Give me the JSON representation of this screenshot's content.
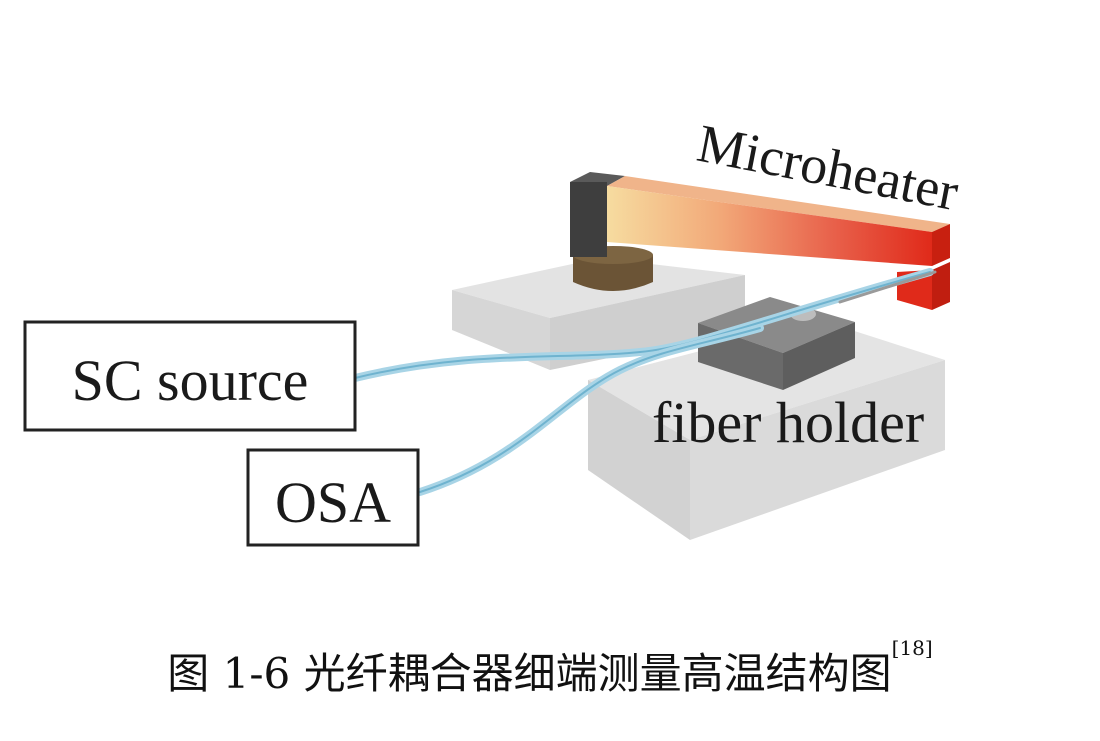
{
  "diagram": {
    "labels": {
      "microheater": "Microheater",
      "sc_source": "SC source",
      "osa": "OSA",
      "fiber_holder": "fiber holder"
    },
    "colors": {
      "heater_cold": "#f6dca0",
      "heater_hot": "#e02a1a",
      "fiber": "#8cc6dc",
      "platform": "#dcdcdc",
      "holder": "#6e6e6e"
    }
  },
  "caption": {
    "text": "图 1-6 光纤耦合器细端测量高温结构图",
    "ref": "[18]"
  }
}
